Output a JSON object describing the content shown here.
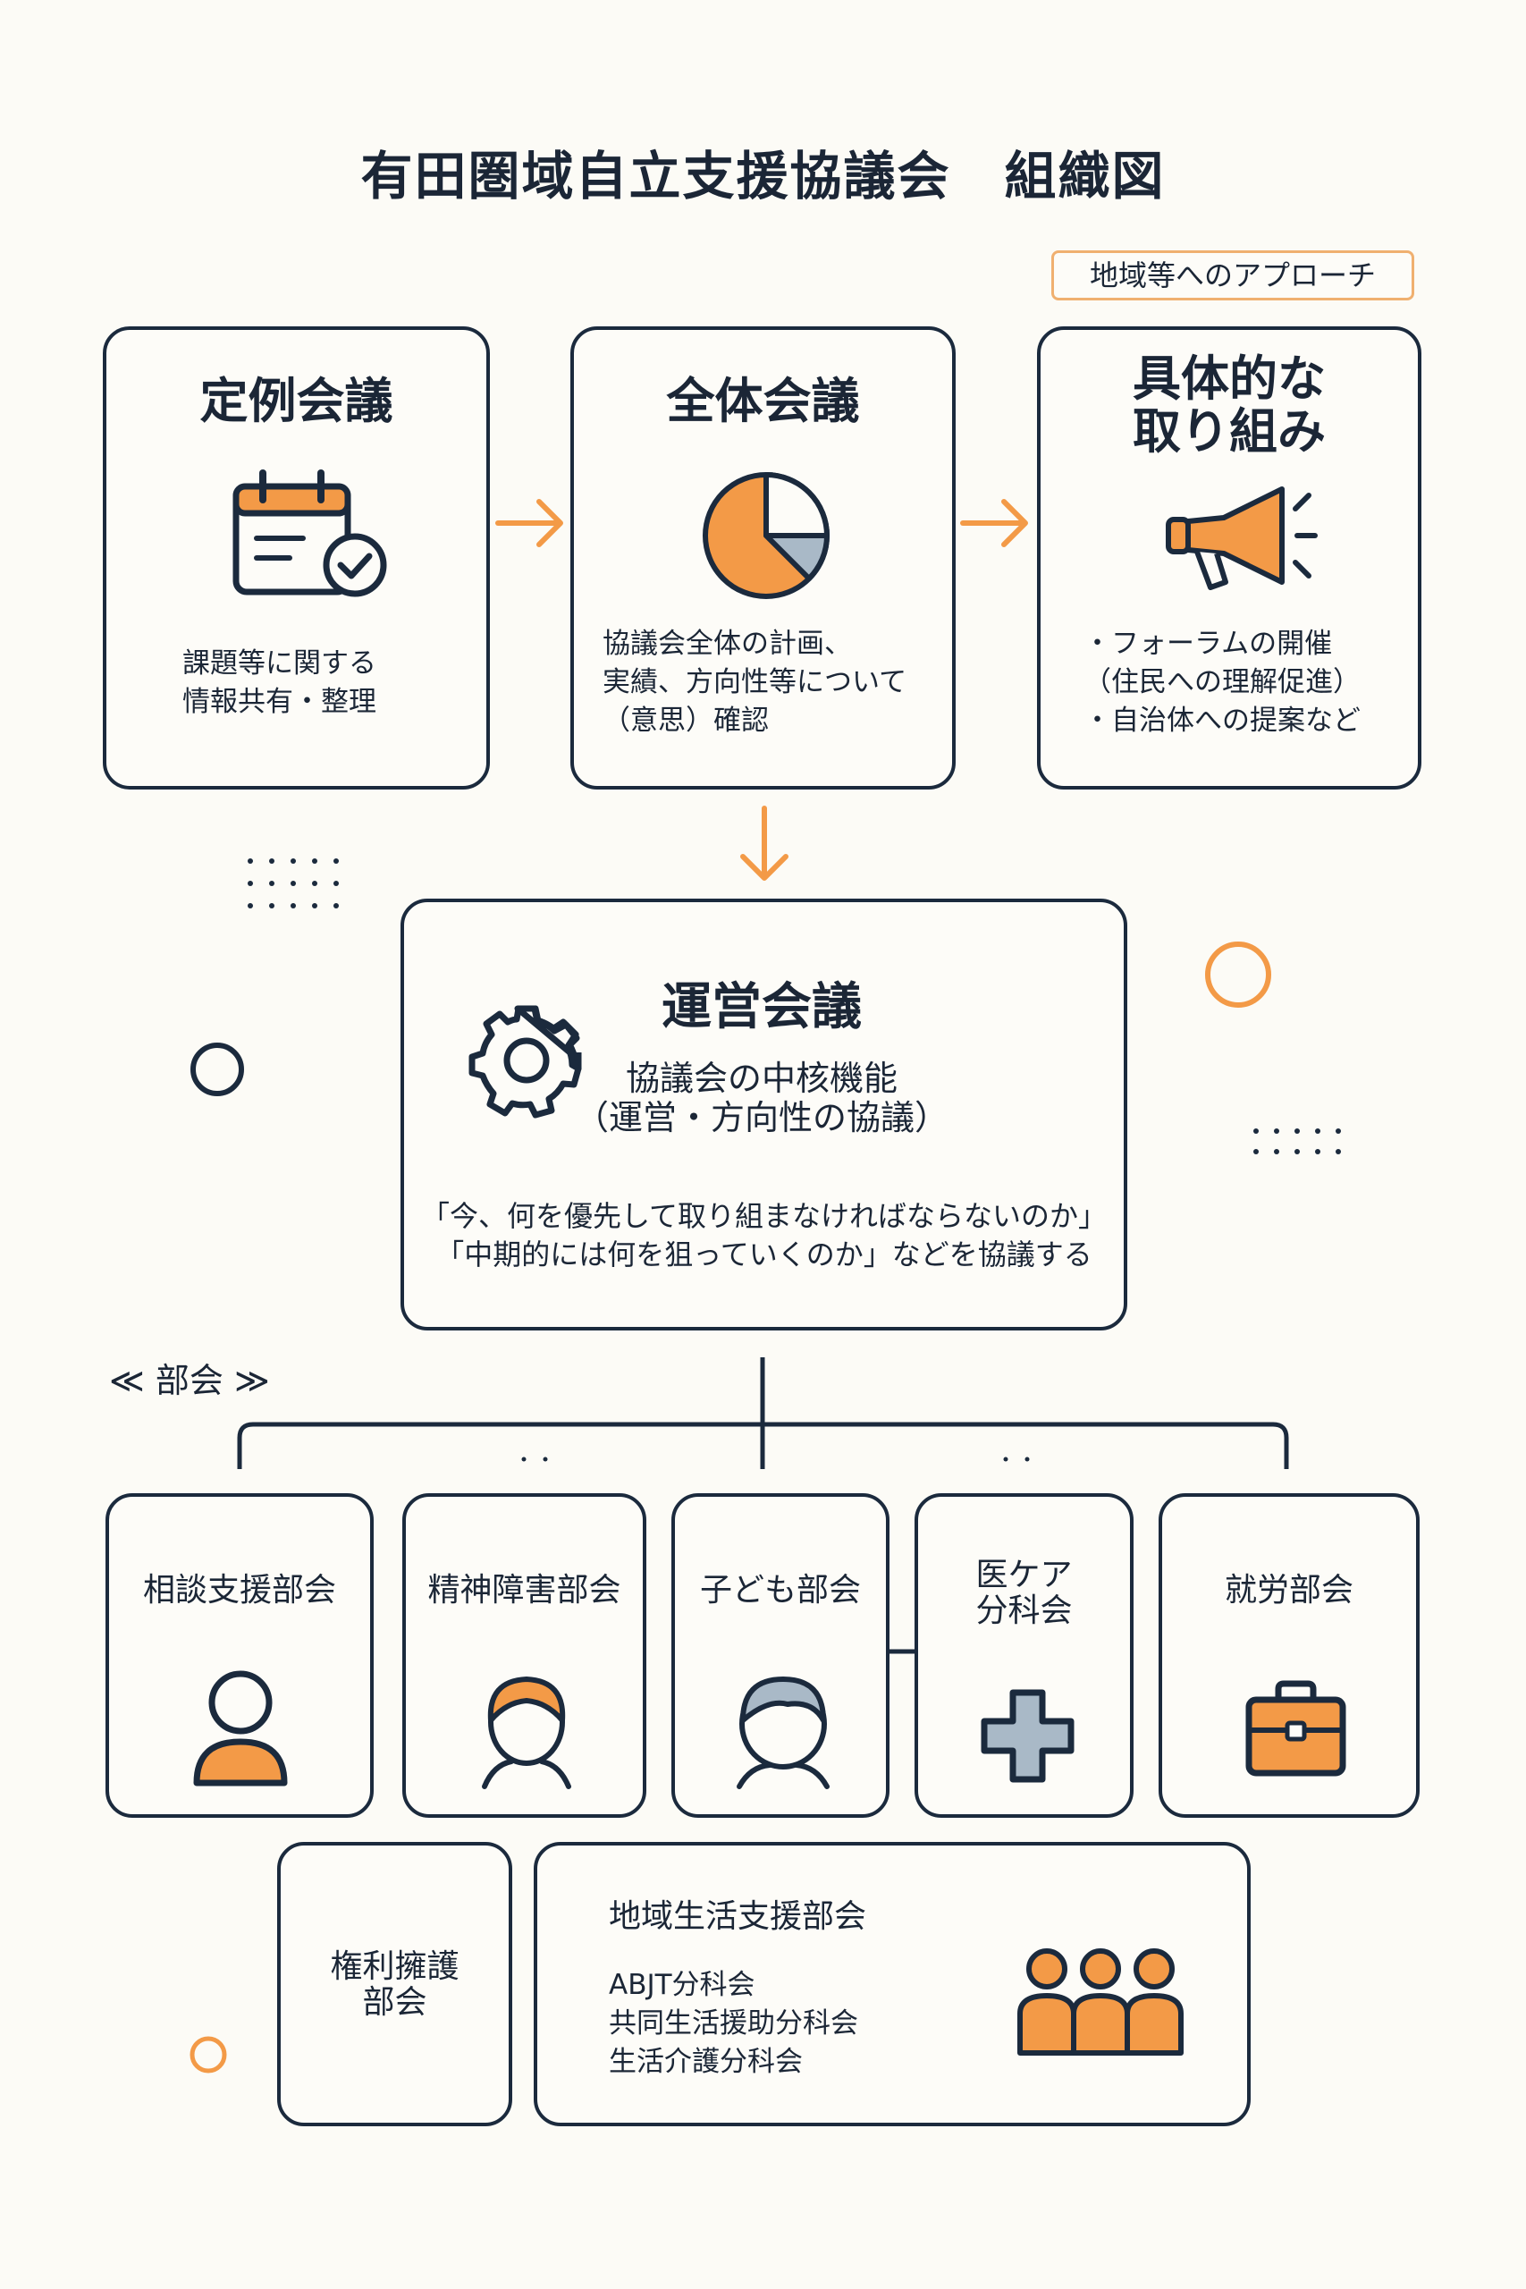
{
  "page_title": "有田圏域自立支援協議会　組織図",
  "approach_tag": "地域等へのアプローチ",
  "teirei": {
    "title": "定例会議",
    "desc": [
      "課題等に関する",
      "情報共有・整理"
    ]
  },
  "zentai": {
    "title": "全体会議",
    "desc": [
      "協議会全体の計画、",
      "実績、方向性等について",
      "（意思）確認"
    ]
  },
  "gutai": {
    "title": [
      "具体的な",
      "取り組み"
    ],
    "desc": [
      "・フォーラムの開催",
      "（住民への理解促進）",
      "・自治体への提案など"
    ]
  },
  "unei": {
    "title": "運営会議",
    "subtitle": [
      "協議会の中核機能",
      "（運営・方向性の協議）"
    ],
    "desc": [
      "「今、何を優先して取り組まなければならないのか」",
      "「中期的には何を狙っていくのか」などを協議する"
    ]
  },
  "bukai_label": "≪ 部会 ≫",
  "departments": {
    "soudan": "相談支援部会",
    "seishin": "精神障害部会",
    "kodomo": "子ども部会",
    "iryou": [
      "医ケア",
      "分科会"
    ],
    "shurou": "就労部会",
    "kenri": [
      "権利擁護",
      "部会"
    ],
    "chiiki": {
      "title": "地域生活支援部会",
      "items": [
        "ABJT分科会",
        "共同生活援助分科会",
        "生活介護分科会"
      ]
    }
  },
  "colors": {
    "accent": "#f39a47",
    "navy": "#1b2a3d",
    "slate": "#a9b9c7",
    "background": "#fcfbf6"
  }
}
